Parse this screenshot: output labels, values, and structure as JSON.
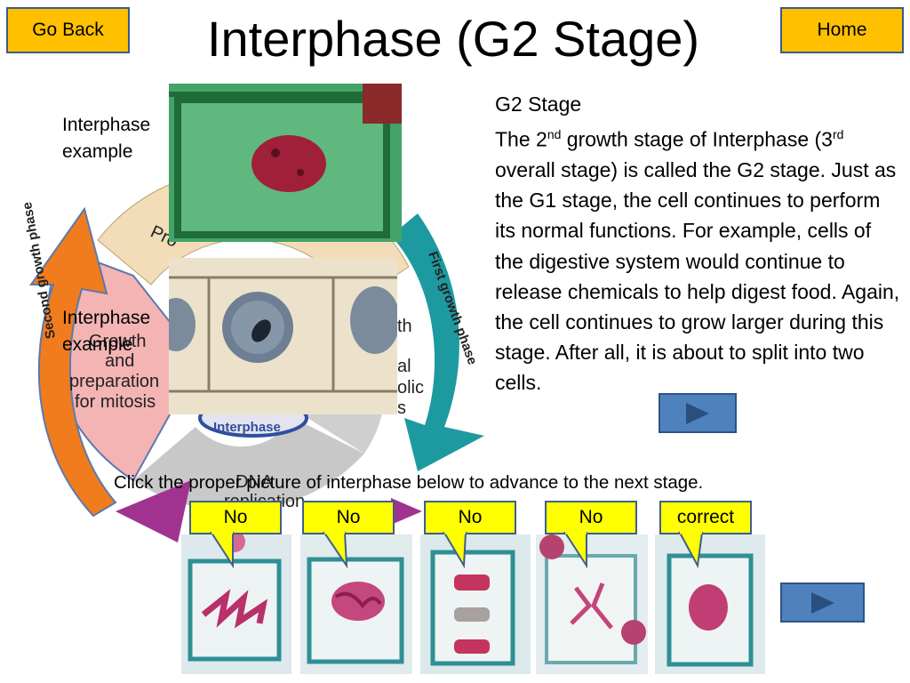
{
  "header": {
    "title": "Interphase (G2 Stage)",
    "go_back_label": "Go Back",
    "home_label": "Home"
  },
  "labels": {
    "example_top": "Interphase example",
    "example_mid": "Interphase example"
  },
  "cycle_diagram": {
    "second_growth": "Second growth phase",
    "growth_prep": [
      "Growth",
      "and",
      "preparation",
      "for mitosis"
    ],
    "first_growth": "First growth phase",
    "interphase": "Interphase",
    "dna": [
      "DNA",
      "replication"
    ],
    "pro": "Pro",
    "growth_frag": "th",
    "metabolic_frag": [
      "al",
      "olic",
      "s"
    ]
  },
  "description": {
    "heading": "G2 Stage",
    "p1_a": "The 2",
    "p1_sup1": "nd",
    "p1_b": " growth stage of Interphase (3",
    "p1_sup2": "rd",
    "p1_c": " overall stage) is called the G2 stage. Just as the G1 stage, the cell continues to perform its normal functions. For example, cells of the digestive system would continue to release chemicals to help digest food. Again, the cell continues to grow larger during this stage. After all, it is about to split into two cells."
  },
  "instruction": "Click the proper picture of interphase below to advance to the next stage.",
  "choices": [
    {
      "label": "No"
    },
    {
      "label": "No"
    },
    {
      "label": "No"
    },
    {
      "label": "No"
    },
    {
      "label": "correct"
    }
  ],
  "icons": {
    "play": "play-arrow-icon"
  },
  "colors": {
    "nav_button": "#ffc000",
    "callout": "#ffff00",
    "play_button": "#4f81bd",
    "diagram_orange": "#f07c1e",
    "diagram_teal": "#1d9aa0",
    "diagram_purple": "#a0338f"
  }
}
